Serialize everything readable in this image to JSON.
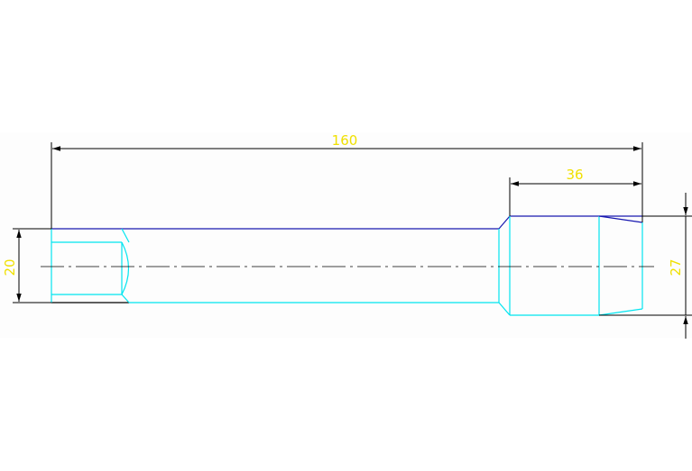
{
  "drawing": {
    "colors": {
      "background": "#ffffff",
      "paper": "#fdfdfd",
      "outline": "#00e5f0",
      "outline_alt": "#1818b0",
      "dimension": "#000000",
      "text": "#f0e000",
      "centerline": "#000000"
    },
    "dimensions": {
      "overall_length": "160",
      "end_length": "36",
      "left_diameter": "20",
      "right_diameter": "27"
    }
  }
}
